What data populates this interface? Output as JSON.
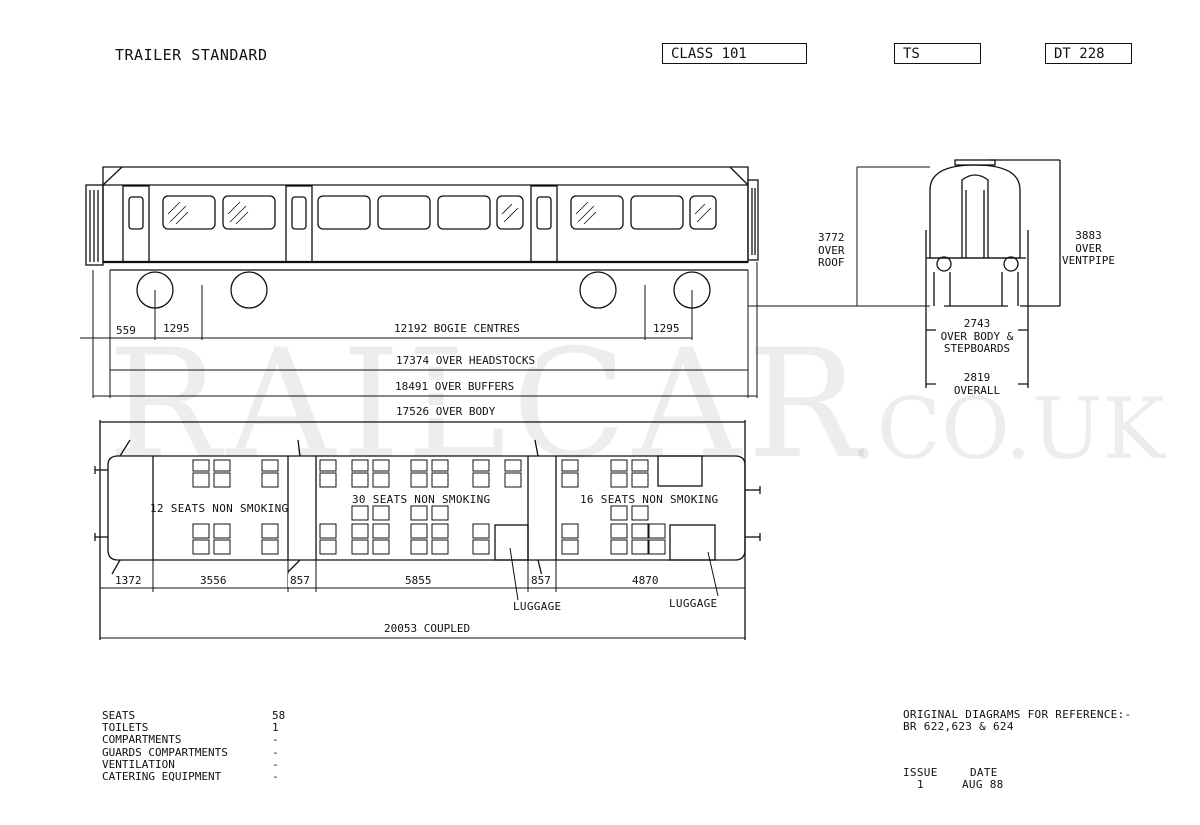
{
  "header": {
    "title": "TRAILER STANDARD",
    "class_label": "CLASS 101",
    "type_code": "TS",
    "diagram_no": "DT 228"
  },
  "watermark": "RAILCAR",
  "watermark_suffix": ".CO.UK",
  "side_view": {
    "dims": {
      "end_offset": "559",
      "bogie_left": "1295",
      "bogie_centres": "12192 BOGIE CENTRES",
      "bogie_right": "1295",
      "over_headstocks": "17374 OVER HEADSTOCKS",
      "over_buffers": "18491 OVER BUFFERS"
    },
    "height_roof": [
      "3772",
      "OVER",
      "ROOF"
    ]
  },
  "end_view": {
    "height_ventpipe": [
      "3883",
      "OVER",
      "VENTPIPE"
    ],
    "width_body": [
      "2743",
      "OVER BODY &",
      "STEPBOARDS"
    ],
    "width_overall": [
      "2819",
      "OVERALL"
    ]
  },
  "plan_view": {
    "over_body": "17526 OVER BODY",
    "sections": [
      {
        "label": "12 SEATS NON SMOKING"
      },
      {
        "label": "30 SEATS NON SMOKING"
      },
      {
        "label": "16 SEATS NON SMOKING"
      }
    ],
    "dims": [
      "1372",
      "3556",
      "857",
      "5855",
      "857",
      "4870"
    ],
    "luggage_1": "LUGGAGE",
    "luggage_2": "LUGGAGE",
    "coupled": "20053 COUPLED"
  },
  "summary": [
    {
      "key": "SEATS",
      "value": "58"
    },
    {
      "key": "TOILETS",
      "value": "1"
    },
    {
      "key": "COMPARTMENTS",
      "value": "-"
    },
    {
      "key": "GUARDS COMPARTMENTS",
      "value": "-"
    },
    {
      "key": "VENTILATION",
      "value": "-"
    },
    {
      "key": "CATERING EQUIPMENT",
      "value": "-"
    }
  ],
  "reference": {
    "line1": "ORIGINAL DIAGRAMS FOR REFERENCE:-",
    "line2": "BR 622,623 & 624"
  },
  "issue": {
    "issue_header": "ISSUE",
    "date_header": "DATE",
    "issue_value": "1",
    "date_value": "AUG 88"
  }
}
